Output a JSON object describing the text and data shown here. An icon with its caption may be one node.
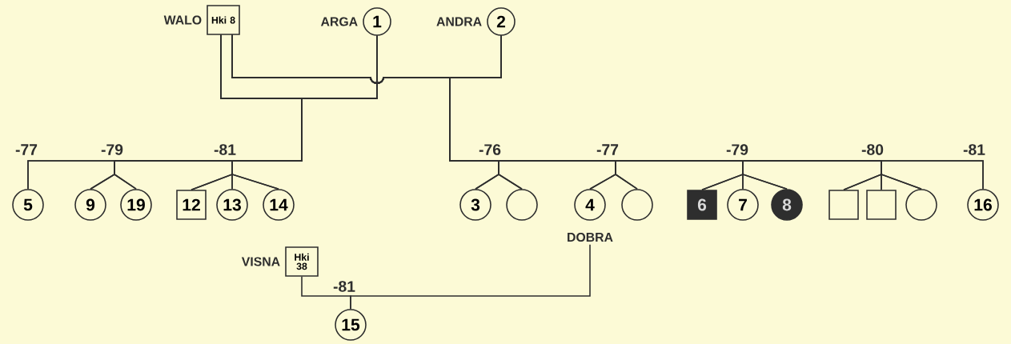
{
  "diagram": {
    "nodes": [
      {
        "text": [
          "WALO",
          "Hki 8"
        ]
      },
      {
        "text": [
          "ARGA",
          "1"
        ]
      },
      {
        "text": [
          "ANDRA",
          "2"
        ]
      },
      {
        "text": [
          "5"
        ]
      },
      {
        "text": [
          "9"
        ]
      },
      {
        "text": [
          "19"
        ]
      },
      {
        "text": [
          "12"
        ]
      },
      {
        "text": [
          "13"
        ]
      },
      {
        "text": [
          "14"
        ]
      },
      {
        "text": [
          "3"
        ]
      },
      {
        "text": [],
        "shape": "circle"
      },
      {
        "text": [
          "4",
          "DOBRA"
        ]
      },
      {
        "text": [],
        "shape": "circle"
      },
      {
        "text": [
          "6"
        ]
      },
      {
        "text": [
          "7"
        ]
      },
      {
        "text": [
          "8"
        ]
      },
      {
        "text": [],
        "shape": "box"
      },
      {
        "text": [],
        "shape": "box"
      },
      {
        "text": [],
        "shape": "circle"
      },
      {
        "text": [
          "16"
        ]
      },
      {
        "text": [
          "VISNA",
          "Hki 38"
        ]
      },
      {
        "text": [
          "15"
        ]
      }
    ],
    "edges": [
      {
        "from": 0,
        "to": 3,
        "arrow": "none"
      },
      {
        "from": 1,
        "to": 3,
        "arrow": "none"
      },
      {
        "from": 0,
        "to": 4,
        "arrow": "none"
      },
      {
        "from": 1,
        "to": 4,
        "arrow": "none"
      },
      {
        "from": 0,
        "to": 5,
        "arrow": "none"
      },
      {
        "from": 1,
        "to": 5,
        "arrow": "none"
      },
      {
        "from": 0,
        "to": 6,
        "arrow": "none"
      },
      {
        "from": 1,
        "to": 6,
        "arrow": "none"
      },
      {
        "from": 0,
        "to": 7,
        "arrow": "none"
      },
      {
        "from": 1,
        "to": 7,
        "arrow": "none"
      },
      {
        "from": 0,
        "to": 8,
        "arrow": "none"
      },
      {
        "from": 1,
        "to": 8,
        "arrow": "none"
      },
      {
        "from": 0,
        "to": 9,
        "arrow": "none"
      },
      {
        "from": 2,
        "to": 9,
        "arrow": "none"
      },
      {
        "from": 0,
        "to": 10,
        "arrow": "none"
      },
      {
        "from": 2,
        "to": 10,
        "arrow": "none"
      },
      {
        "from": 0,
        "to": 11,
        "arrow": "none"
      },
      {
        "from": 2,
        "to": 11,
        "arrow": "none"
      },
      {
        "from": 0,
        "to": 12,
        "arrow": "none"
      },
      {
        "from": 2,
        "to": 12,
        "arrow": "none"
      },
      {
        "from": 0,
        "to": 13,
        "arrow": "none"
      },
      {
        "from": 2,
        "to": 13,
        "arrow": "none"
      },
      {
        "from": 0,
        "to": 14,
        "arrow": "none"
      },
      {
        "from": 2,
        "to": 14,
        "arrow": "none"
      },
      {
        "from": 0,
        "to": 15,
        "arrow": "none"
      },
      {
        "from": 2,
        "to": 15,
        "arrow": "none"
      },
      {
        "from": 0,
        "to": 16,
        "arrow": "none"
      },
      {
        "from": 2,
        "to": 16,
        "arrow": "none"
      },
      {
        "from": 0,
        "to": 17,
        "arrow": "none"
      },
      {
        "from": 2,
        "to": 17,
        "arrow": "none"
      },
      {
        "from": 0,
        "to": 18,
        "arrow": "none"
      },
      {
        "from": 2,
        "to": 18,
        "arrow": "none"
      },
      {
        "from": 0,
        "to": 19,
        "arrow": "none"
      },
      {
        "from": 2,
        "to": 19,
        "arrow": "none"
      },
      {
        "from": 20,
        "to": 21,
        "arrow": "none"
      },
      {
        "from": 11,
        "to": 21,
        "arrow": "none"
      }
    ],
    "labels": [
      "-77",
      "-79",
      "-81",
      "-76",
      "-77",
      "-79",
      "-80",
      "-81",
      "-81"
    ]
  }
}
